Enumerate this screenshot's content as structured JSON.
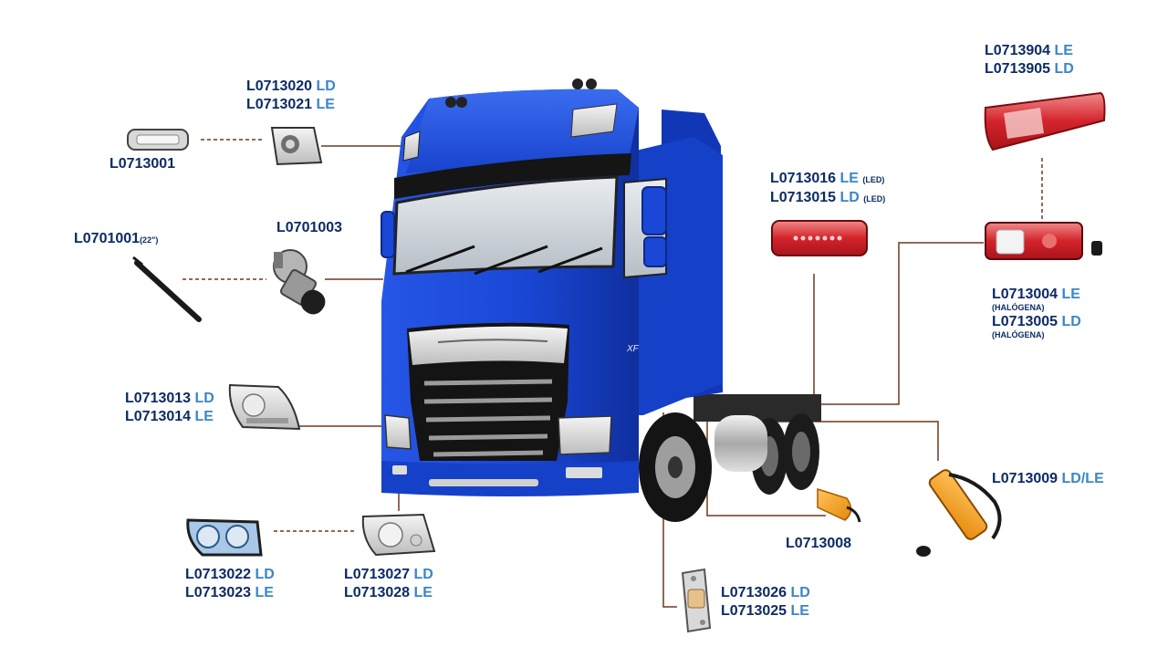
{
  "colors": {
    "truck_blue": "#1a47d6",
    "code_text": "#0c2b63",
    "side_text": "#3b86c6",
    "leader_line": "#6b3a1f",
    "tail_lamp_red": "#d4232b",
    "marker_amber": "#f29a1c"
  },
  "labels": {
    "interior_lamp": {
      "code": "L0713001"
    },
    "corner_lamp": {
      "line1_code": "L0713020",
      "line1_side": "LD",
      "line2_code": "L0713021",
      "line2_side": "LE"
    },
    "wiper_blade": {
      "code": "L0701001",
      "note": "(22\")"
    },
    "wiper_motor": {
      "code": "L0701003"
    },
    "headlamp": {
      "line1_code": "L0713013",
      "line1_side": "LD",
      "line2_code": "L0713014",
      "line2_side": "LE"
    },
    "main_headlamp": {
      "line1_code": "L0713022",
      "line1_side": "LD",
      "line2_code": "L0713023",
      "line2_side": "LE"
    },
    "fog_lamp": {
      "line1_code": "L0713027",
      "line1_side": "LD",
      "line2_code": "L0713028",
      "line2_side": "LE"
    },
    "step_lamp": {
      "line1_code": "L0713026",
      "line1_side": "LD",
      "line2_code": "L0713025",
      "line2_side": "LE"
    },
    "side_marker": {
      "code": "L0713008"
    },
    "marker_lamp": {
      "code": "L0713009",
      "side": "LD/LE"
    },
    "led_tail": {
      "line1_code": "L0713016",
      "line1_side": "LE",
      "line1_note": "(LED)",
      "line2_code": "L0713015",
      "line2_side": "LD",
      "line2_note": "(LED)"
    },
    "tail_lens": {
      "line1_code": "L0713904",
      "line1_side": "LE",
      "line2_code": "L0713905",
      "line2_side": "LD"
    },
    "halogen_tail": {
      "line1_code": "L0713004",
      "line1_side": "LE",
      "line1_note": "(HALÓGENA)",
      "line2_code": "L0713005",
      "line2_side": "LD",
      "line2_note": "(HALÓGENA)"
    }
  },
  "truck": {
    "badge": "XF"
  },
  "icons": [
    "truck-cab",
    "interior-lamp-icon",
    "corner-lamp-icon",
    "wiper-blade-icon",
    "wiper-motor-icon",
    "headlamp-icon",
    "fog-lamp-icon",
    "step-lamp-icon",
    "side-marker-icon",
    "marker-lamp-icon",
    "tail-lamp-icon"
  ]
}
